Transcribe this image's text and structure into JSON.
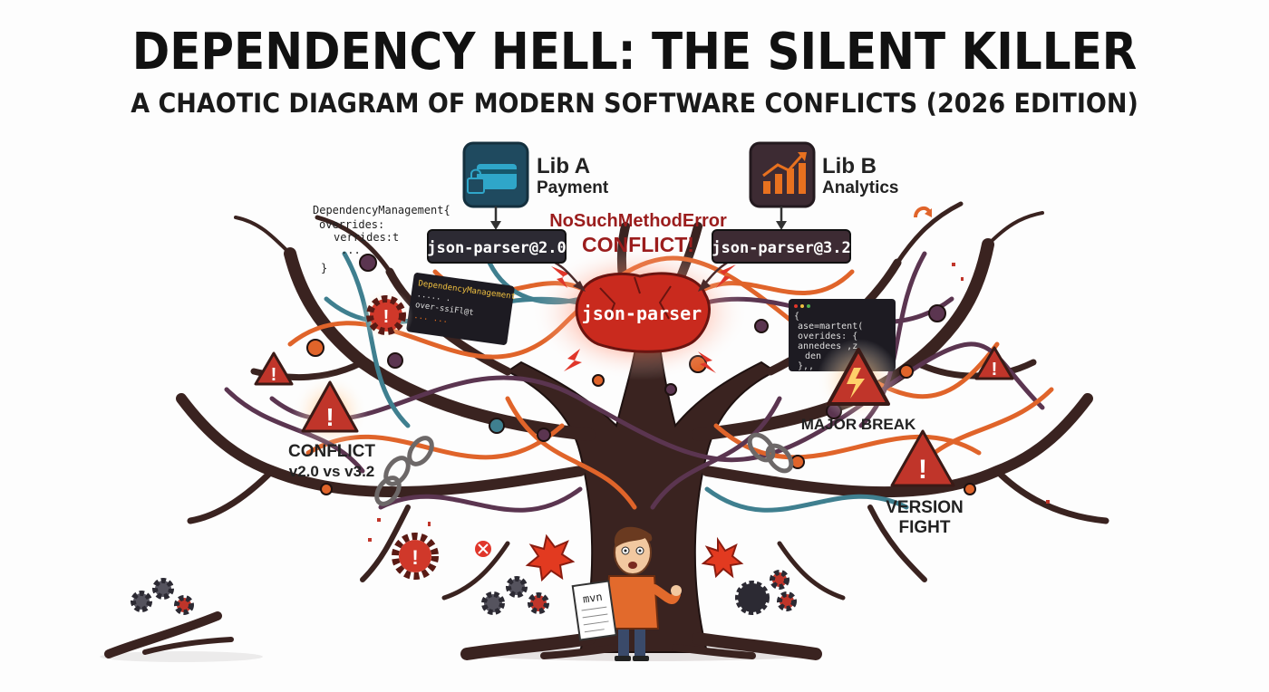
{
  "header": {
    "title": "DEPENDENCY HELL: THE SILENT KILLER",
    "subtitle": "A CHAOTIC DIAGRAM OF MODERN SOFTWARE CONFLICTS (2026 EDITION)"
  },
  "libraries": [
    {
      "name": "Lib A",
      "role": "Payment",
      "dependency": "json-parser@2.0",
      "icon": "credit-card-lock-icon",
      "color": "#2fa6c9"
    },
    {
      "name": "Lib B",
      "role": "Analytics",
      "dependency": "json-parser@3.2",
      "icon": "bar-chart-trend-icon",
      "color": "#e8711f"
    }
  ],
  "conflict": {
    "error": "NoSuchMethodError",
    "label": "CONFLICT!",
    "hub": "json-parser"
  },
  "code_snippets": {
    "left_top": [
      "DependencyManagement{",
      "  overrides:",
      "    verrides:t",
      "      ...",
      "}"
    ],
    "left_mid": [
      "DependencyManagement",
      "  ..... .",
      "  over-ssiFl@t",
      "  ... ..."
    ],
    "right_mid": [
      "{",
      "  ase=martent(",
      "  overides: {",
      "  annedees ,z",
      "    den",
      "  },,"
    ]
  },
  "annotations": {
    "left_conflict_title": "CONFLICT",
    "left_conflict_detail": "v2.0 vs v3.2",
    "major_break": "MAJOR BREAK",
    "version_fight_line1": "VERSION",
    "version_fight_line2": "FIGHT"
  },
  "developer": {
    "paper_text": "mvn"
  },
  "colors": {
    "branch_dark": "#3a2320",
    "wire_orange": "#e0642a",
    "wire_purple": "#5b3550",
    "wire_teal": "#3f7f8f",
    "alert_red": "#d0382a",
    "box_dark": "#2c2a33"
  }
}
